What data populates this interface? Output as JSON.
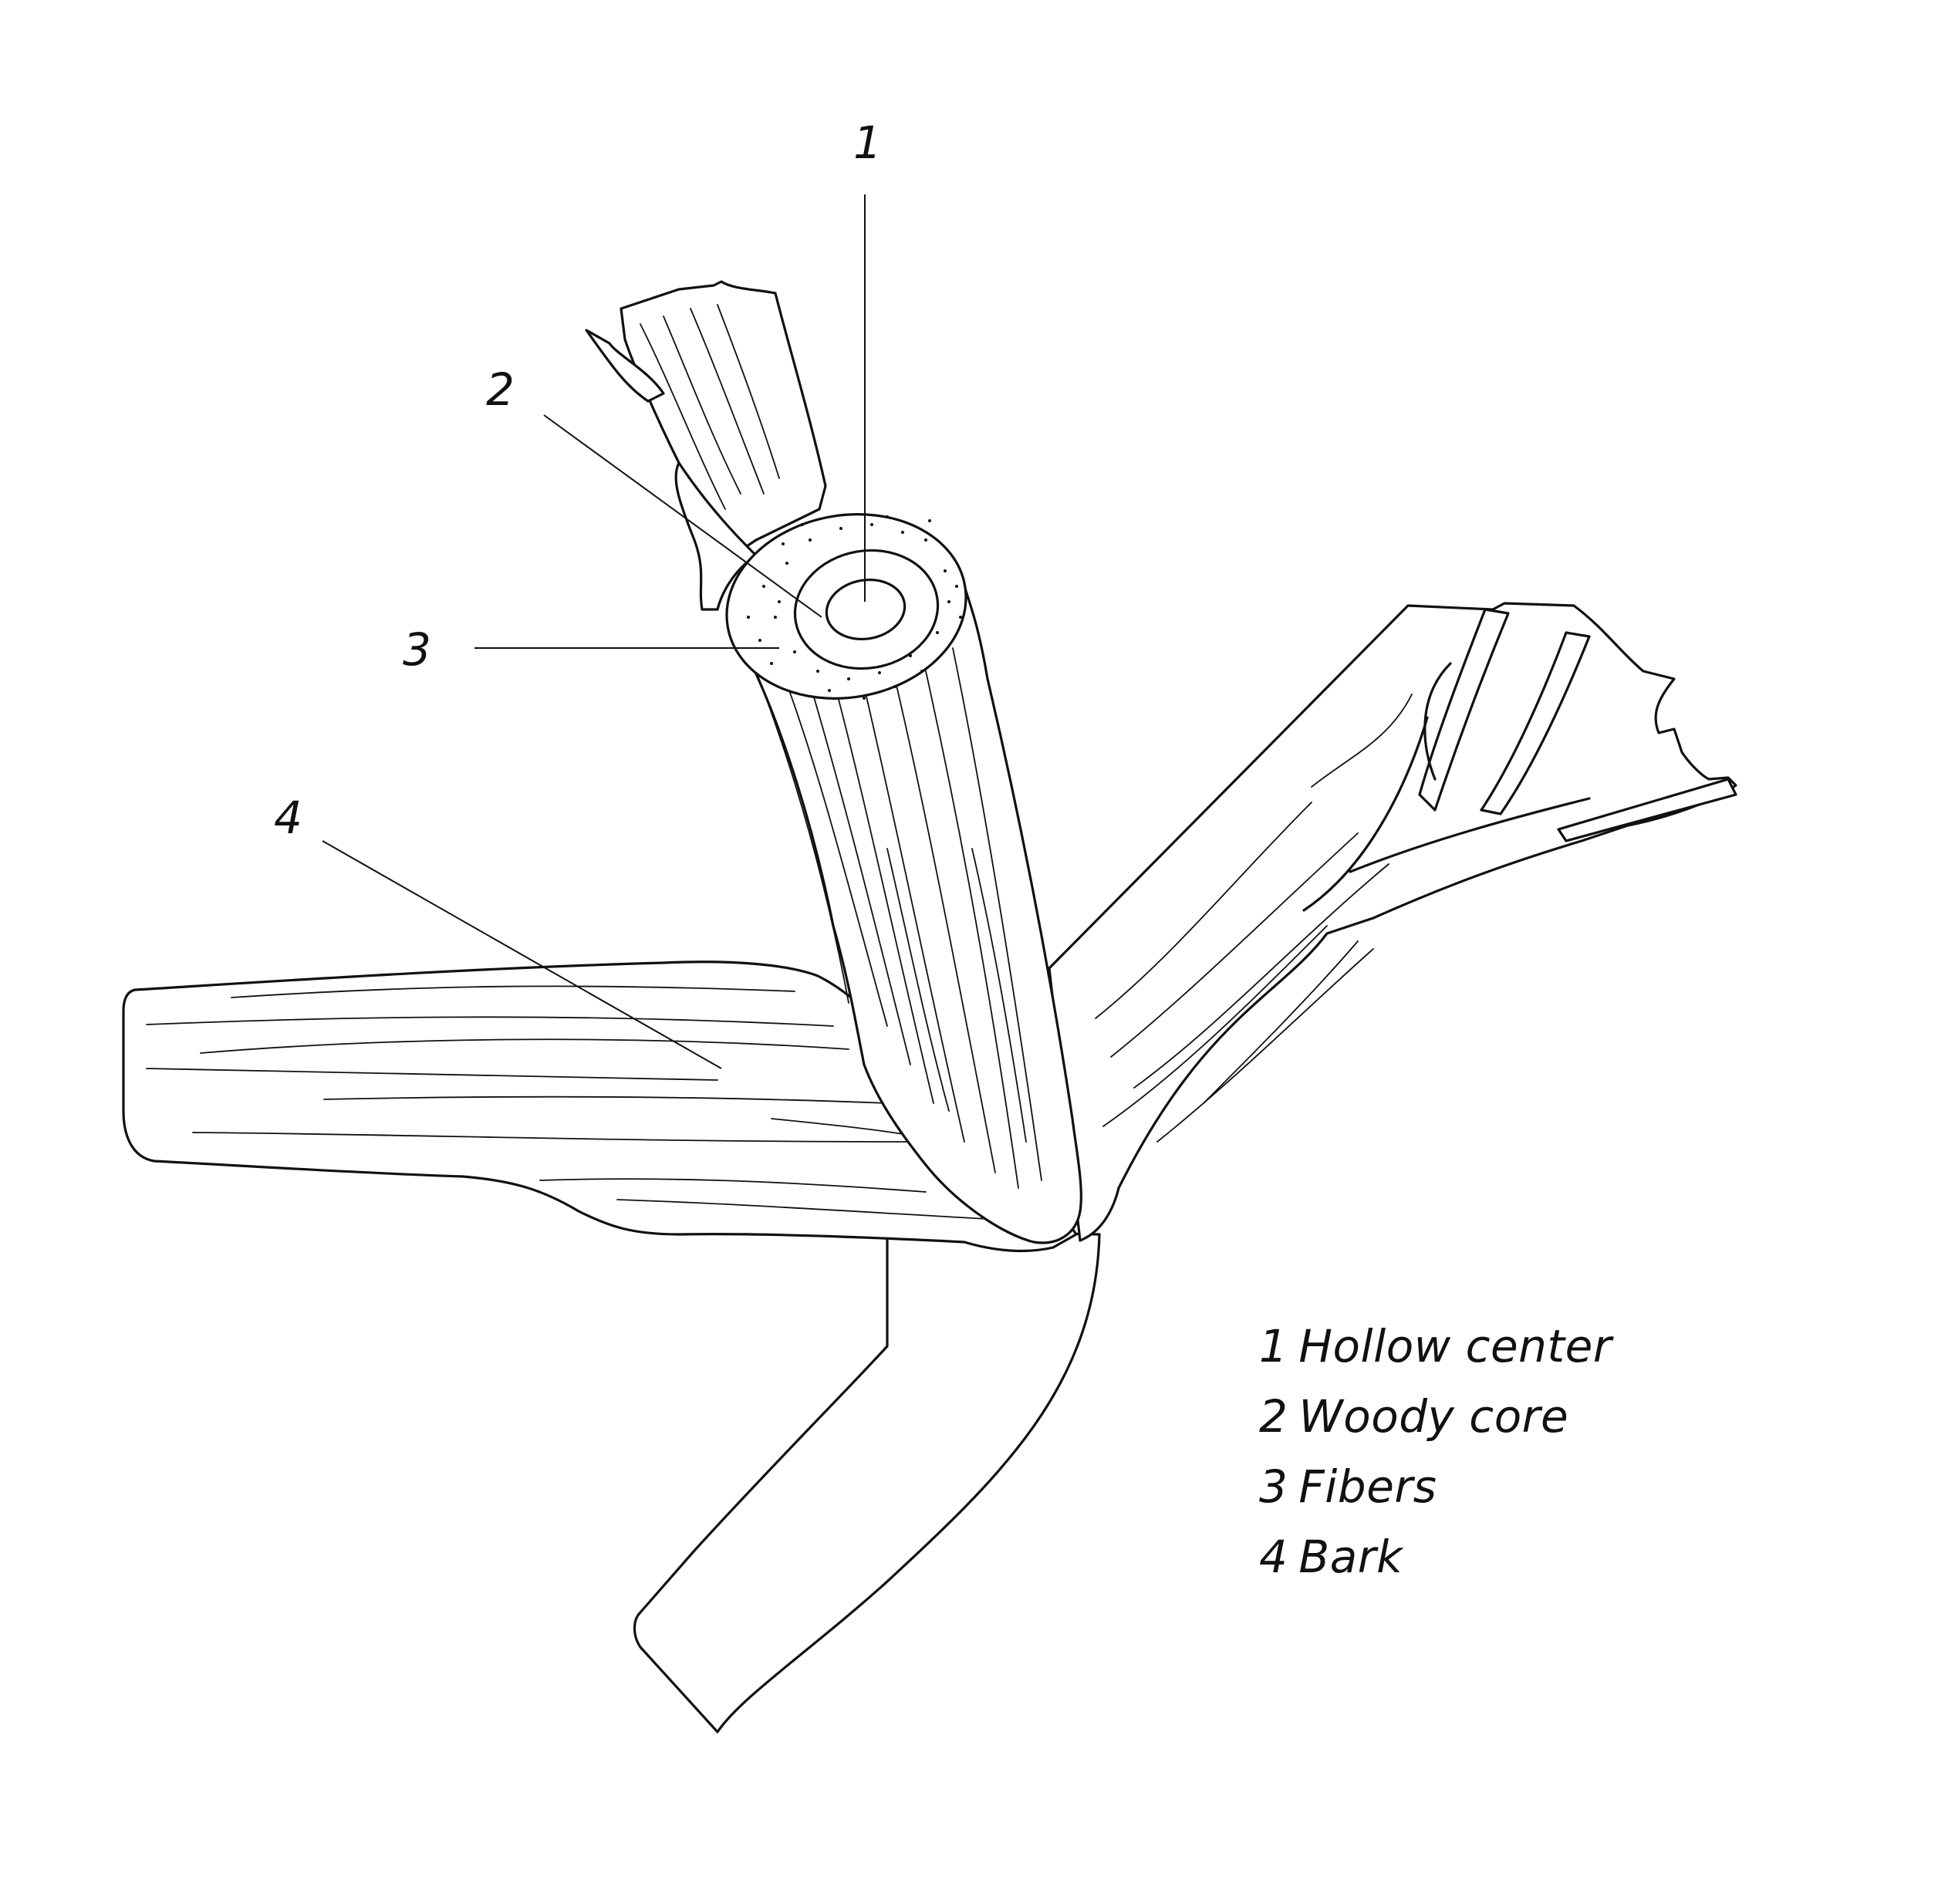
{
  "callouts": [
    {
      "number": "1"
    },
    {
      "number": "2"
    },
    {
      "number": "3"
    },
    {
      "number": "4"
    }
  ],
  "legend": [
    {
      "number": "1",
      "label": "Hollow center"
    },
    {
      "number": "2",
      "label": "Woody core"
    },
    {
      "number": "3",
      "label": "Fibers"
    },
    {
      "number": "4",
      "label": "Bark"
    }
  ]
}
